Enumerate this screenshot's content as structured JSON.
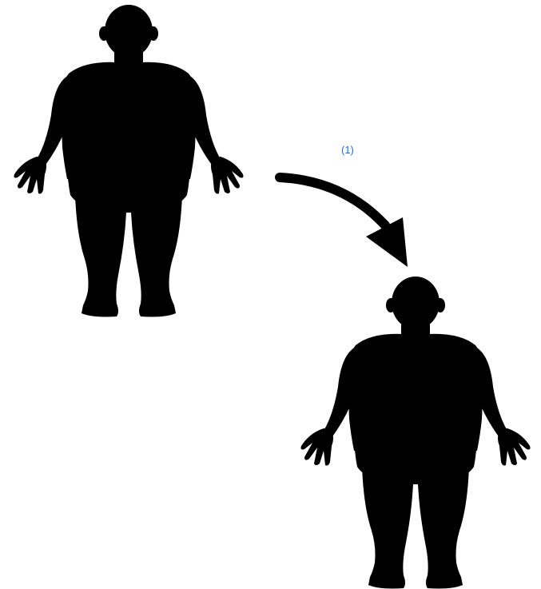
{
  "diagram": {
    "background_color": "#ffffff",
    "figure_color": "#000000",
    "arrow_color": "#000000",
    "label_color": "#1f6fd6",
    "figures": [
      {
        "name": "human-silhouette-start",
        "icon": "human-silhouette-icon"
      },
      {
        "name": "human-silhouette-end",
        "icon": "human-silhouette-icon"
      }
    ],
    "arrow": {
      "icon": "curved-arrow-icon",
      "label": "(1)"
    }
  }
}
